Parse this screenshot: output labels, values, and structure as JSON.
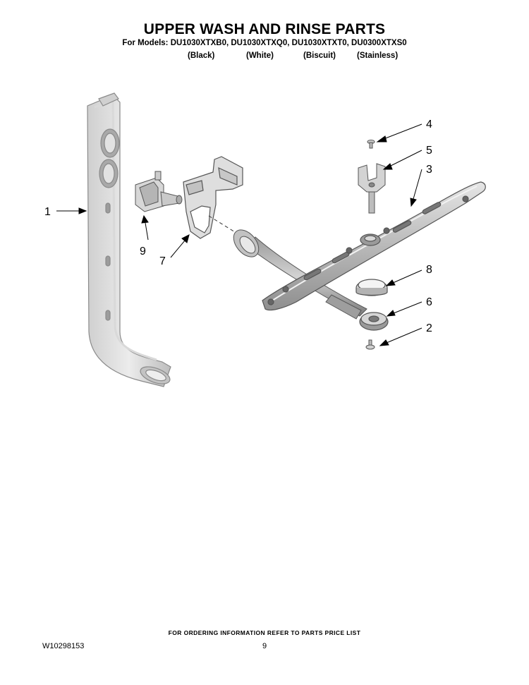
{
  "header": {
    "title": "UPPER WASH AND RINSE PARTS",
    "models_line": "For Models: DU1030XTXB0, DU1030XTXQ0, DU1030XTXT0, DU0300XTXS0",
    "variants": [
      "(Black)",
      "(White)",
      "(Biscuit)",
      "(Stainless)"
    ]
  },
  "diagram": {
    "callouts": [
      "1",
      "2",
      "3",
      "4",
      "5",
      "6",
      "7",
      "8",
      "9"
    ]
  },
  "footer": {
    "ordering_note": "FOR ORDERING INFORMATION REFER TO PARTS PRICE LIST",
    "doc_number": "W10298153",
    "page_number": "9"
  }
}
